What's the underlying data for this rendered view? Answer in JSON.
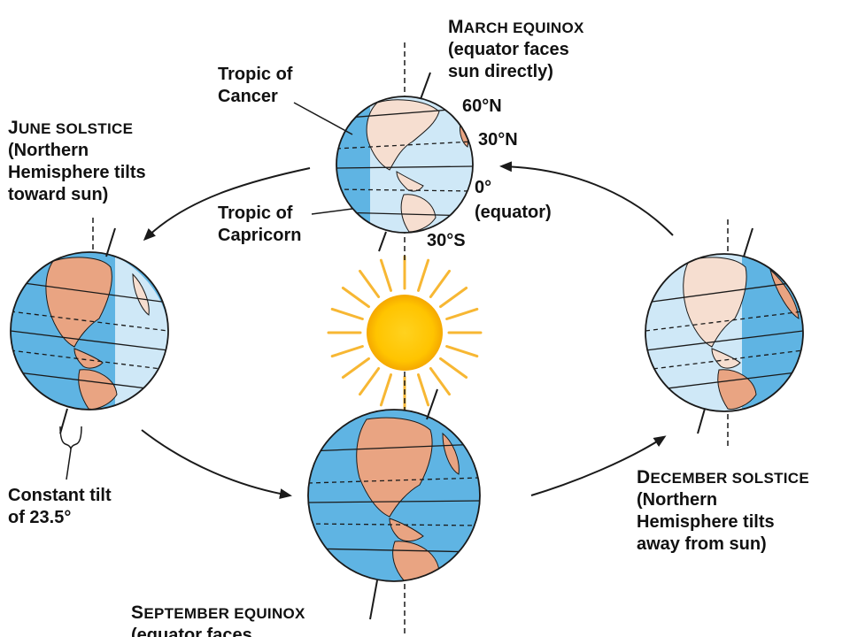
{
  "colors": {
    "ocean": "#5fb4e3",
    "ocean_lit": "#cfe8f7",
    "land": "#e9a482",
    "land_lit": "#f6ded0",
    "sun_core": "#ffc400",
    "sun_rays": "#f7b733",
    "outline": "#1a1a1a"
  },
  "icons": {
    "globe": "earth-globe-icon",
    "sun": "sun-icon",
    "orbit_arrow": "arrow-icon"
  },
  "labels": {
    "march": {
      "title": "March equinox",
      "lines": [
        "(equator faces",
        "sun directly)"
      ]
    },
    "june": {
      "title": "June solstice",
      "lines": [
        "(Northern",
        "Hemisphere tilts",
        "toward sun)"
      ]
    },
    "december": {
      "title": "December solstice",
      "lines": [
        "(Northern",
        "Hemisphere tilts",
        "away from sun)"
      ]
    },
    "september": {
      "title": "September equinox",
      "lines": [
        "(equator faces"
      ]
    },
    "tropic_cancer": [
      "Tropic of",
      "Cancer"
    ],
    "tropic_capricorn": [
      "Tropic of",
      "Capricorn"
    ],
    "latitudes": {
      "lat60n": "60°N",
      "lat30n": "30°N",
      "lat0": "0°",
      "equator": "(equator)",
      "lat30s": "30°S"
    },
    "tilt": [
      "Constant tilt",
      "of 23.5°"
    ]
  }
}
